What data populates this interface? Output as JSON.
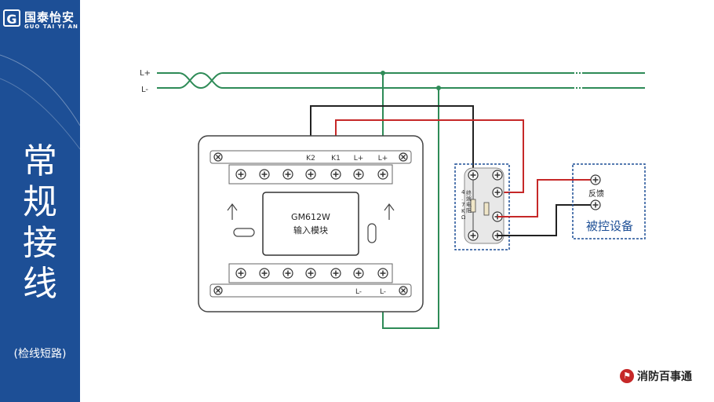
{
  "logo": {
    "cn": "国泰怡安",
    "en": "GUO TAI YI AN",
    "mark": "G"
  },
  "sidebar": {
    "title": "常\n规\n接\n线",
    "subtitle": "(检线短路)"
  },
  "bus": {
    "lplus": "L+",
    "lminus": "L-"
  },
  "module": {
    "top_labels": [
      "",
      "",
      "",
      "K2",
      "K1",
      "L+",
      "L+"
    ],
    "bottom_labels": [
      "",
      "",
      "",
      "",
      "",
      "L-",
      "L-"
    ],
    "name": "GM612W",
    "desc": "输入模块"
  },
  "resistor": {
    "label": "4.7KΩ",
    "text": "终端电阻"
  },
  "device": {
    "feedback": "反馈",
    "name": "被控设备"
  },
  "brand": "消防百事通",
  "colors": {
    "sidebar": "#1d4f96",
    "wire_green": "#2e8b57",
    "wire_red": "#c62828",
    "wire_black": "#222222",
    "dash": "#1d4f96"
  }
}
